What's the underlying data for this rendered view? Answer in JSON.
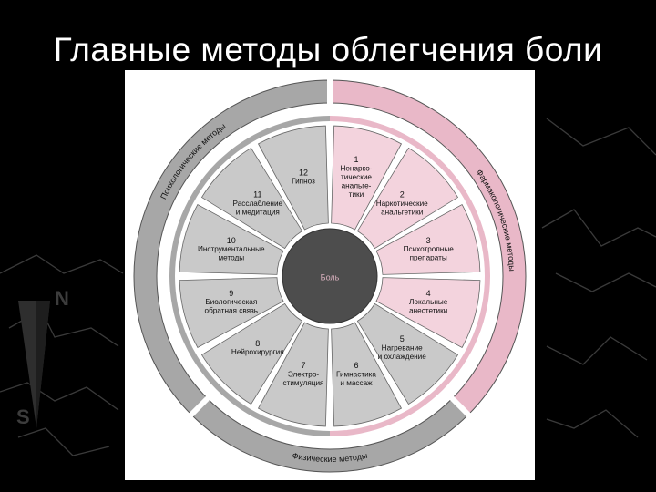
{
  "slide": {
    "title": "Главные методы облегчения боли"
  },
  "diagram": {
    "center_label": "Боль",
    "colors": {
      "page_background": "#000000",
      "figure_background": "#ffffff",
      "pink": "#e9b8c8",
      "pink_segment": "#f3d3dd",
      "gray_ring": "#a7a7a7",
      "gray_segment": "#c9c9c9",
      "center": "#4d4d4d"
    },
    "ring_labels": [
      {
        "text": "Психологические методы",
        "color": "gray"
      },
      {
        "text": "Фармакологические методы",
        "color": "pink"
      },
      {
        "text": "Физические методы",
        "color": "gray"
      }
    ],
    "segments": [
      {
        "number": "1",
        "lines": [
          "Ненарко-",
          "тические",
          "анальге-",
          "тики"
        ],
        "group": "pharma"
      },
      {
        "number": "2",
        "lines": [
          "Наркотические",
          "анальгетики"
        ],
        "group": "pharma"
      },
      {
        "number": "3",
        "lines": [
          "Психотропные",
          "препараты"
        ],
        "group": "pharma"
      },
      {
        "number": "4",
        "lines": [
          "Локальные",
          "анестетики"
        ],
        "group": "pharma"
      },
      {
        "number": "5",
        "lines": [
          "Нагревание",
          "и охлаждение"
        ],
        "group": "physical"
      },
      {
        "number": "6",
        "lines": [
          "Гимнастика",
          "и массаж"
        ],
        "group": "physical"
      },
      {
        "number": "7",
        "lines": [
          "Электро-",
          "стимуляция"
        ],
        "group": "physical"
      },
      {
        "number": "8",
        "lines": [
          "Нейрохирургия"
        ],
        "group": "physical"
      },
      {
        "number": "9",
        "lines": [
          "Биологическая",
          "обратная связь"
        ],
        "group": "psycho"
      },
      {
        "number": "10",
        "lines": [
          "Инструментальные",
          "методы"
        ],
        "group": "psycho"
      },
      {
        "number": "11",
        "lines": [
          "Расслабление",
          "и медитация"
        ],
        "group": "psycho"
      },
      {
        "number": "12",
        "lines": [
          "Гипноз"
        ],
        "group": "psycho"
      }
    ]
  }
}
